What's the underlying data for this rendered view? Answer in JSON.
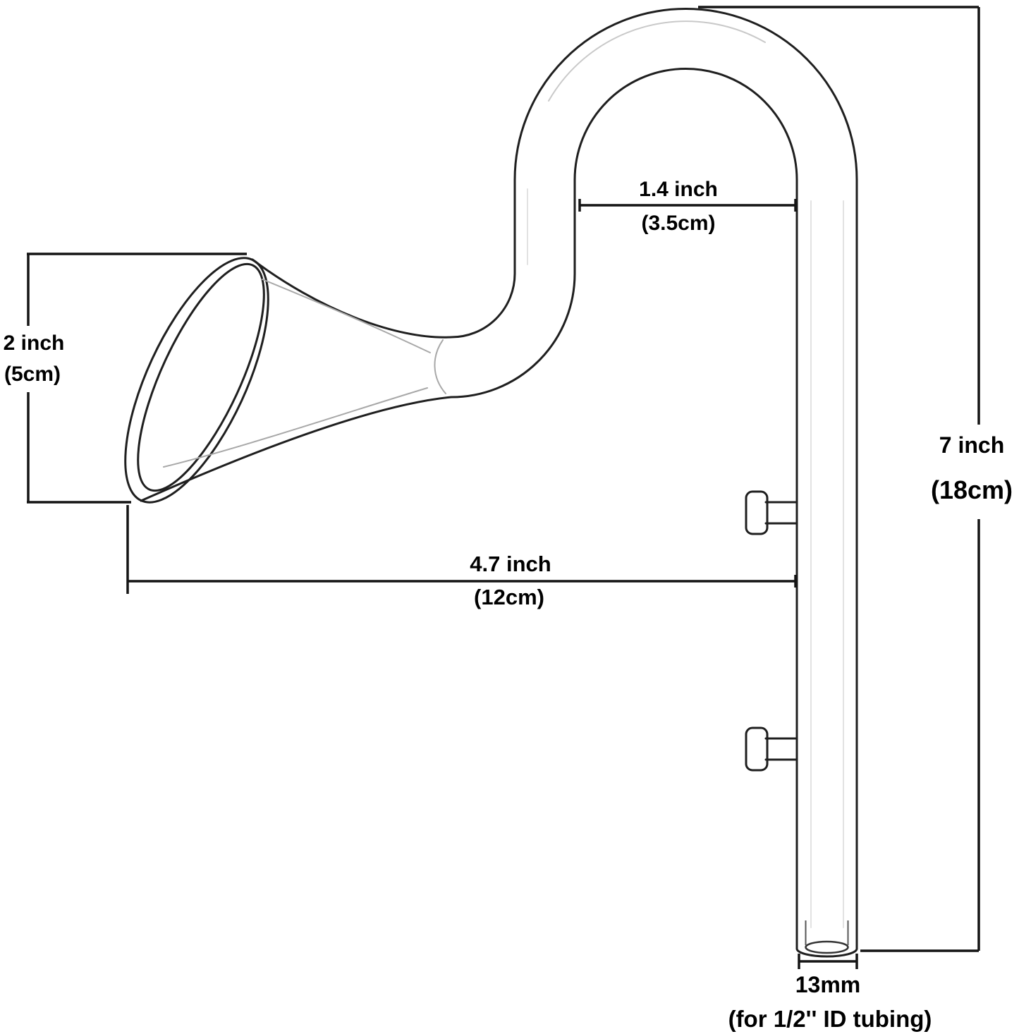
{
  "colors": {
    "background": "#ffffff",
    "line": "#141414",
    "glass_outline": "#1f1f1f"
  },
  "dimensions": {
    "bend_offset": {
      "imperial": "1.4 inch",
      "metric": "(3.5cm)"
    },
    "mouth_height": {
      "imperial": "2 inch",
      "metric": "(5cm)"
    },
    "overall_height": {
      "imperial": "7 inch",
      "metric": "(18cm)"
    },
    "reach": {
      "imperial": "4.7 inch",
      "metric": "(12cm)"
    },
    "outlet": {
      "diameter": "13mm",
      "note": "(for 1/2'' ID tubing)"
    }
  }
}
